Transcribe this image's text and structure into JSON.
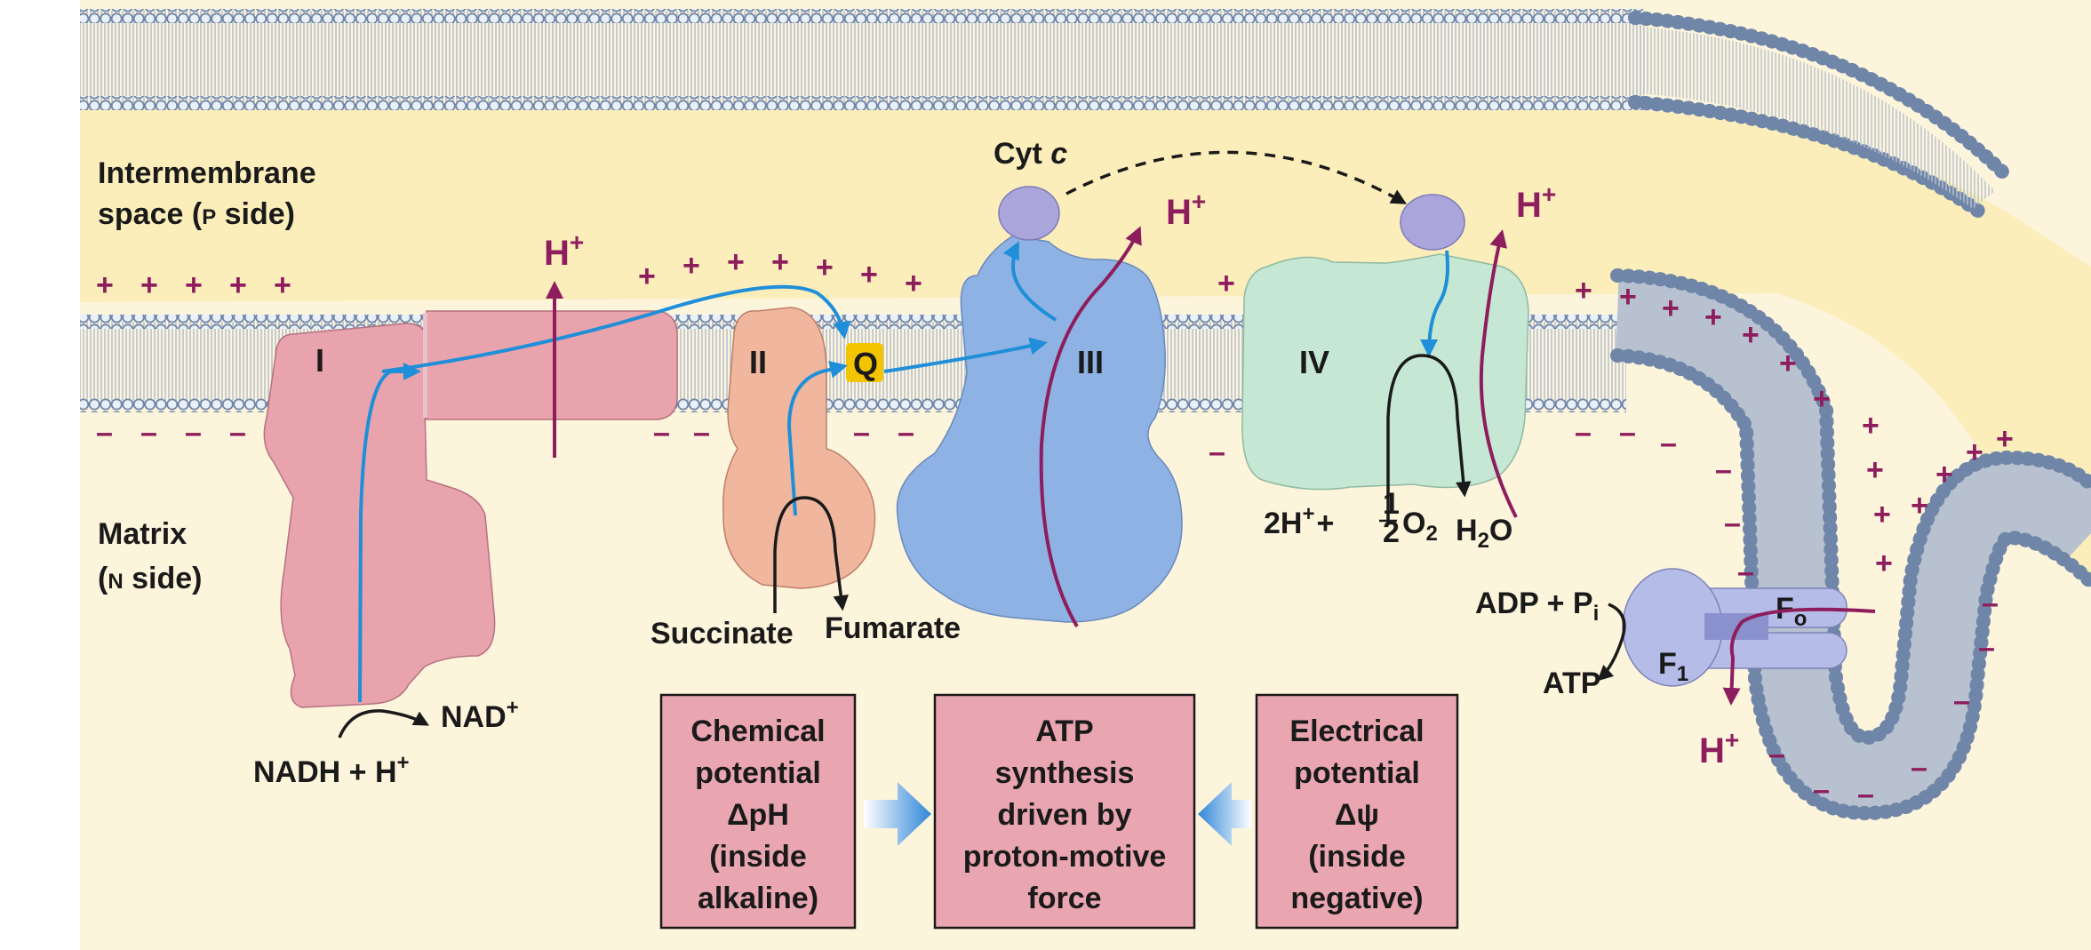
{
  "colors": {
    "proton": "#8e1d5d",
    "electron_flow": "#1e8fd8",
    "complex_I": "#e8a3ad",
    "complex_II": "#f1b79e",
    "complex_III": "#8fb2e4",
    "complex_IV": "#c5e7d3",
    "cytochrome_c": "#aaa6dc",
    "atp_synthase": "#b6bce8",
    "box_fill": "#e9a5b0",
    "intermembrane": "#fbeebb",
    "matrix": "#fdf4dc"
  },
  "regions": {
    "intermembrane_line1": "Intermembrane",
    "intermembrane_line2_prefix": "space (",
    "intermembrane_line2_letter": "P",
    "intermembrane_line2_suffix": " side)",
    "matrix_line1": "Matrix",
    "matrix_line2_prefix": "(",
    "matrix_line2_letter": "N",
    "matrix_line2_suffix": " side)"
  },
  "complexes": {
    "I": "I",
    "II": "II",
    "III": "III",
    "IV": "IV",
    "Q": "Q",
    "cytc_main": "Cyt ",
    "cytc_italic": "c",
    "Fo_main": "F",
    "Fo_sub": "o",
    "F1_main": "F",
    "F1_sub": "1"
  },
  "protons": {
    "H": "H",
    "sup": "+"
  },
  "charges": {
    "plus": "+",
    "minus": "–"
  },
  "reactions": {
    "nadh": "NADH + H",
    "nadh_sup": "+",
    "nad": "NAD",
    "nad_sup": "+",
    "succinate": "Succinate",
    "fumarate": "Fumarate",
    "o2_pre": "2H",
    "o2_pre_sup": "+",
    "o2_plus": "+",
    "o2_frac_num": "1",
    "o2_frac_den": "2",
    "o2_main": "O",
    "o2_sub": "2",
    "h2o_main": "H",
    "h2o_sub": "2",
    "h2o_end": "O",
    "adp_main": "ADP + P",
    "adp_sub": "i",
    "atp": "ATP"
  },
  "boxes": {
    "chemical": [
      "Chemical",
      "potential",
      "ΔpH",
      "(inside",
      "alkaline)"
    ],
    "atp": [
      "ATP",
      "synthesis",
      "driven by",
      "proton-motive",
      "force"
    ],
    "electrical": [
      "Electrical",
      "potential",
      "Δψ",
      "(inside",
      "negative)"
    ]
  }
}
